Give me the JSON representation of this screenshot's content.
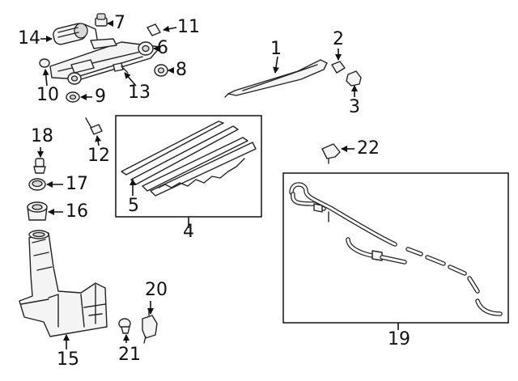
{
  "callouts": {
    "c1": "1",
    "c2": "2",
    "c3": "3",
    "c4": "4",
    "c5": "5",
    "c6": "6",
    "c7": "7",
    "c8": "8",
    "c9": "9",
    "c10": "10",
    "c11": "11",
    "c12": "12",
    "c13": "13",
    "c14": "14",
    "c15": "15",
    "c16": "16",
    "c17": "17",
    "c18": "18",
    "c19": "19",
    "c20": "20",
    "c21": "21",
    "c22": "22"
  },
  "colors": {
    "line": "#222222",
    "background": "#ffffff",
    "part_fill": "#f4f4f4"
  }
}
